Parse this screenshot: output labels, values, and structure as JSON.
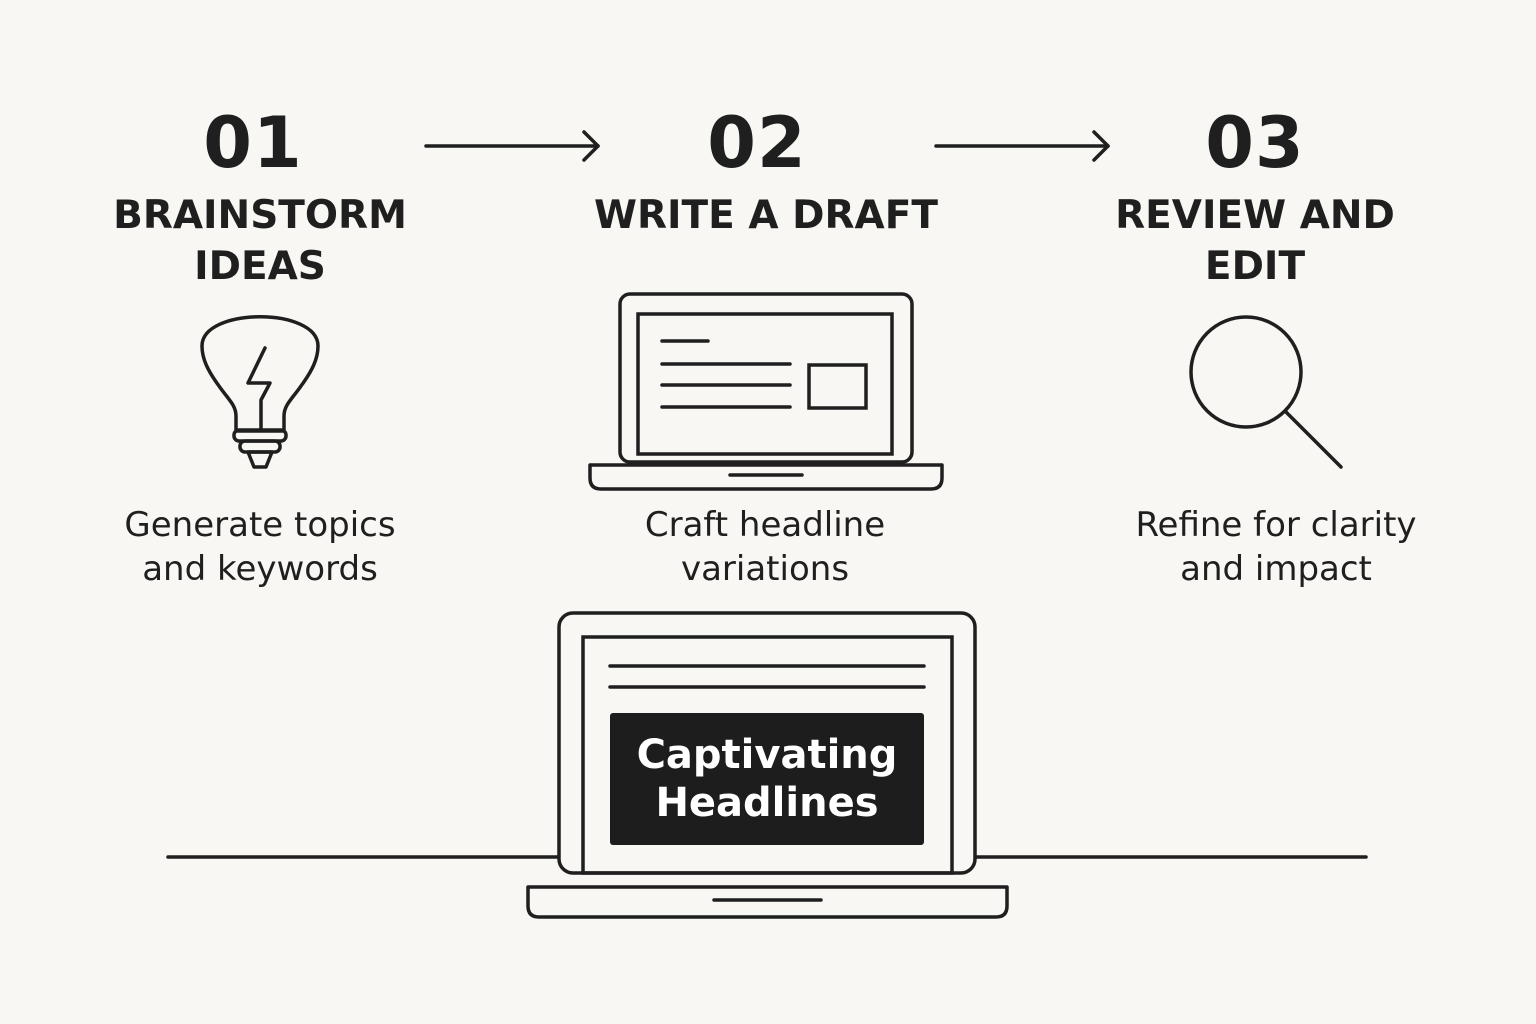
{
  "steps": [
    {
      "number": "01",
      "title_lines": [
        "BRAINSTORM",
        "IDEAS"
      ],
      "icon": "lightbulb-icon",
      "description_lines": [
        "Generate topics",
        "and keywords"
      ]
    },
    {
      "number": "02",
      "title_lines": [
        "WRITE A DRAFT"
      ],
      "icon": "laptop-icon",
      "description_lines": [
        "Craft headline",
        "variations"
      ]
    },
    {
      "number": "03",
      "title_lines": [
        "REVIEW AND",
        "EDIT"
      ],
      "icon": "magnifying-glass-icon",
      "description_lines": [
        "Refine for clarity",
        "and impact"
      ]
    }
  ],
  "connectors": [
    "arrow-right-icon",
    "arrow-right-icon"
  ],
  "result": {
    "icon": "laptop-icon",
    "caption_lines": [
      "Captivating",
      "Headlines"
    ]
  },
  "colors": {
    "background": "#f8f7f3",
    "ink": "#1f1f1f",
    "caption_box": "#1d1d1d",
    "caption_text": "#ffffff"
  }
}
